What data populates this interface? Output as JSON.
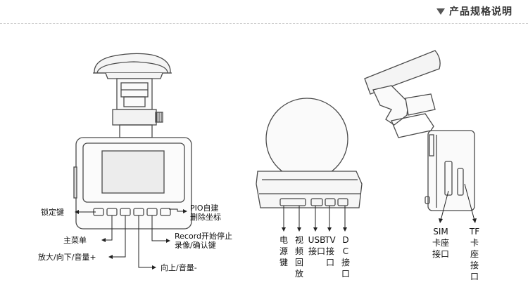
{
  "header": {
    "title": "产品规格说明"
  },
  "front_view": {
    "labels": {
      "lock_key": "锁定键",
      "main_menu": "主菜单",
      "zoom_down_volume_up": "放大/向下/音量+",
      "up_volume_down": "向上/音量-",
      "pio_line1": "PIO自建",
      "pio_line2": "删除坐标",
      "record_line1": "Record开始停止",
      "record_line2": "录像/确认键"
    }
  },
  "bottom_view": {
    "labels": {
      "power_key": "电源键",
      "video_playback": "视频回放",
      "usb_port": "USB接口",
      "tv_port": "TV接口",
      "dc_port": "DC接口"
    }
  },
  "side_view": {
    "labels": {
      "sim_slot": "SIM卡座接口",
      "tf_slot": "TF卡座接口"
    }
  }
}
